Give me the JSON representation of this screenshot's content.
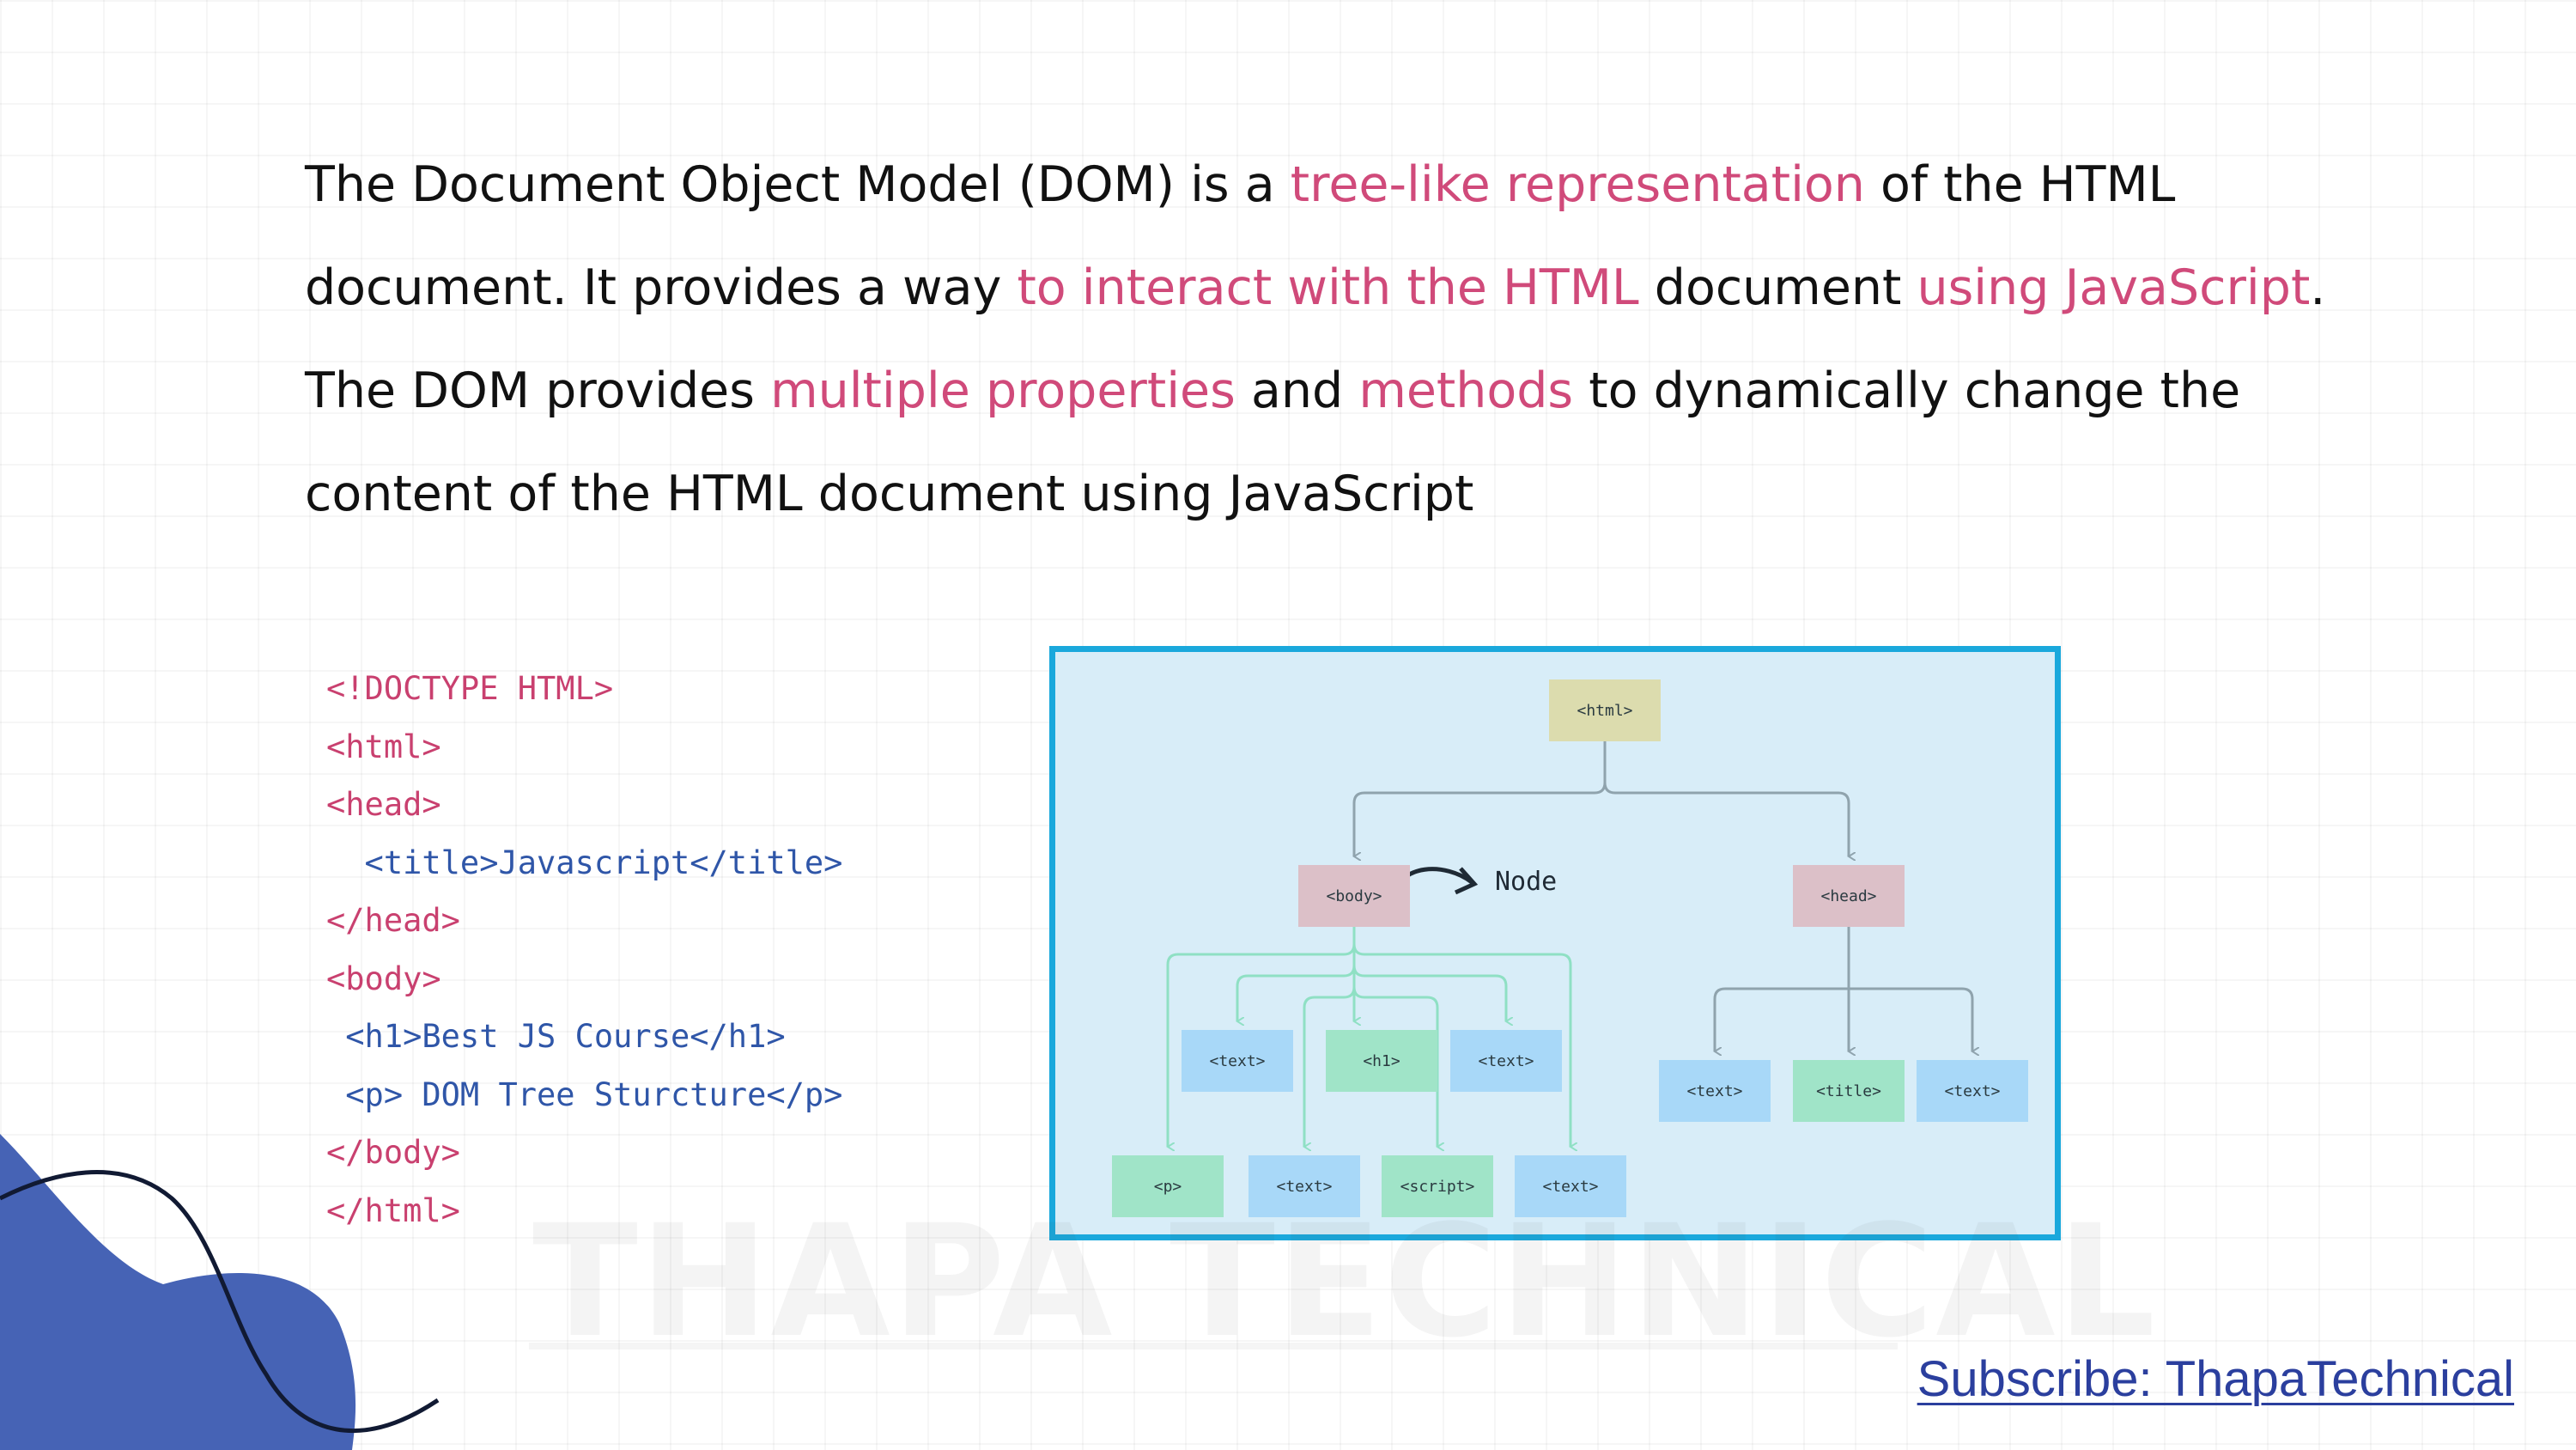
{
  "intro": [
    {
      "text": "The Document Object Model (DOM) is a ",
      "hl": false
    },
    {
      "text": "tree-like representation",
      "hl": true
    },
    {
      "text": " of the HTML document. It provides a way ",
      "hl": false
    },
    {
      "text": "to interact with the HTML",
      "hl": true
    },
    {
      "text": " document ",
      "hl": false
    },
    {
      "text": "using JavaScript",
      "hl": true
    },
    {
      "text": ". The DOM provides ",
      "hl": false
    },
    {
      "text": "multiple properties",
      "hl": true
    },
    {
      "text": " and ",
      "hl": false
    },
    {
      "text": "methods",
      "hl": true
    },
    {
      "text": " to dynamically change the content of the HTML document using JavaScript",
      "hl": false
    }
  ],
  "code": [
    {
      "text": "<!DOCTYPE HTML>",
      "color": "tag"
    },
    {
      "text": "<html>",
      "color": "tag"
    },
    {
      "text": "<head>",
      "color": "tag"
    },
    {
      "text": "  <title>Javascript</title>",
      "color": "blue"
    },
    {
      "text": "</head>",
      "color": "tag"
    },
    {
      "text": "<body>",
      "color": "tag"
    },
    {
      "text": " <h1>Best JS Course</h1>",
      "color": "blue"
    },
    {
      "text": " <p> DOM Tree Sturcture</p>",
      "color": "blue"
    },
    {
      "text": "</body>",
      "color": "tag"
    },
    {
      "text": "</html>",
      "color": "tag"
    }
  ],
  "tree": {
    "nodes": {
      "html": "<html>",
      "body": "<body>",
      "head": "<head>",
      "b_text1": "<text>",
      "b_h1": "<h1>",
      "b_text2": "<text>",
      "b_p": "<p>",
      "b_text3": "<text>",
      "b_script": "<script>",
      "b_text4": "<text>",
      "h_text1": "<text>",
      "h_title": "<title>",
      "h_text2": "<text>"
    },
    "node_label": "Node"
  },
  "watermark": "THAPA TECHNICAL",
  "subscribe": "Subscribe: ThapaTechnical",
  "colors": {
    "highlight": "#d04a7a",
    "code_tag": "#c9406f",
    "code_blue": "#2f56a8",
    "panel_border": "#1aa8dc",
    "panel_bg": "#d8edf8",
    "node_html": "#dcdcae",
    "node_elem": "#dcc0c8",
    "node_text": "#a8d8f8",
    "node_leaf": "#a0e4c8",
    "blob": "#4663b5",
    "link": "#2b3f9e"
  }
}
